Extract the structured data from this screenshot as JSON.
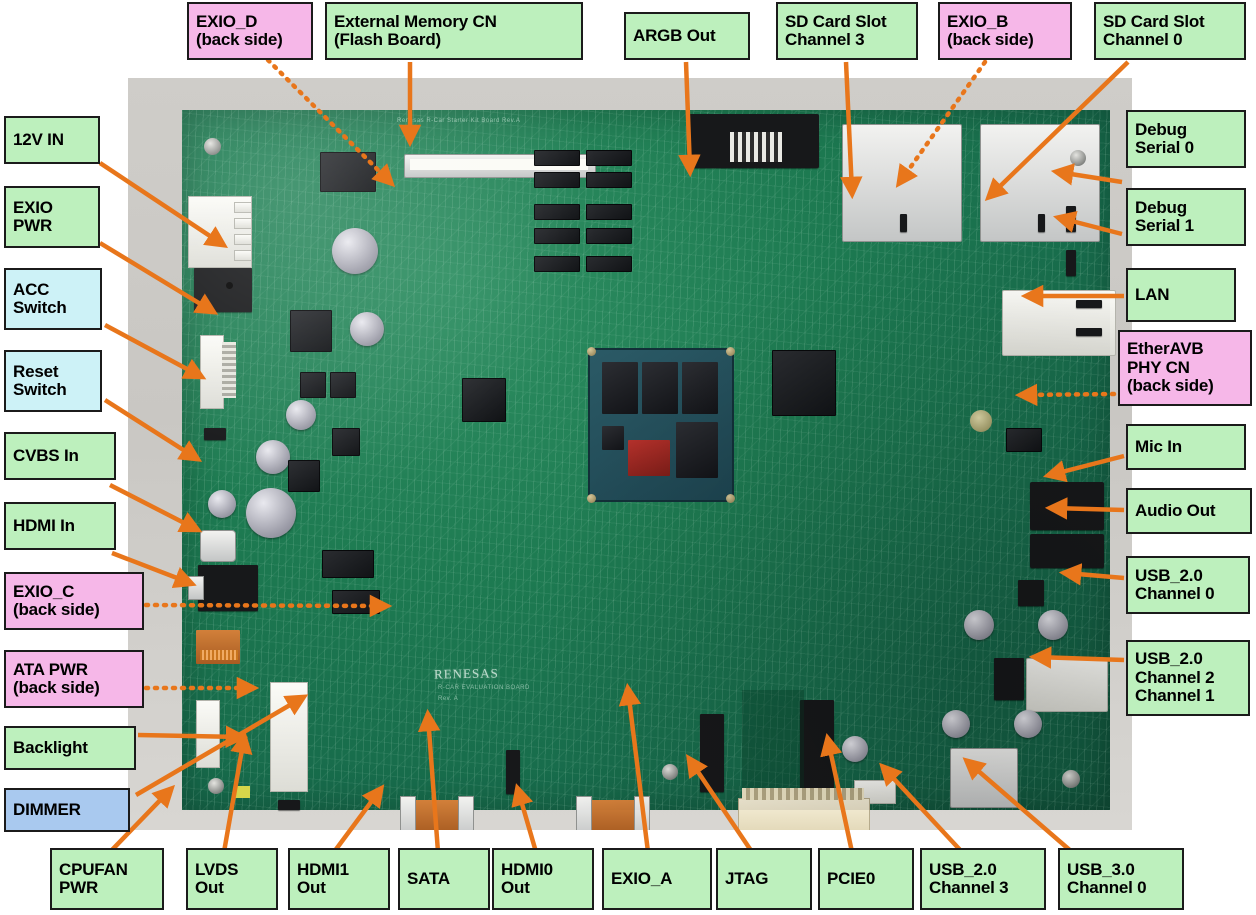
{
  "figure": {
    "title": "Renesas evaluation board connector map",
    "board_silkscreen": "RENESAS",
    "colors": {
      "label_green": "#bdf0bd",
      "label_pink": "#f6b7e8",
      "label_cyan": "#cdf2f7",
      "label_blue": "#a9c9ef",
      "arrow": "#e8761b",
      "border": "#1b1b1b",
      "pcb_green": "#1d7a51",
      "photo_background": "#cfcdc9"
    }
  },
  "labels": {
    "top": [
      {
        "id": "exio-d",
        "text": "EXIO_D\n(back side)",
        "style": "pink"
      },
      {
        "id": "external-memory-cn",
        "text": "External Memory CN\n(Flash Board)",
        "style": "green"
      },
      {
        "id": "argb-out",
        "text": "ARGB Out",
        "style": "green"
      },
      {
        "id": "sd-card-slot-ch3",
        "text": "SD Card Slot\nChannel 3",
        "style": "green"
      },
      {
        "id": "exio-b",
        "text": "EXIO_B\n(back side)",
        "style": "pink"
      },
      {
        "id": "sd-card-slot-ch0",
        "text": "SD Card Slot\nChannel 0",
        "style": "green"
      }
    ],
    "left": [
      {
        "id": "12v-in",
        "text": "12V IN",
        "style": "green"
      },
      {
        "id": "exio-pwr",
        "text": "EXIO\nPWR",
        "style": "green"
      },
      {
        "id": "acc-switch",
        "text": "ACC\nSwitch",
        "style": "cyan"
      },
      {
        "id": "reset-switch",
        "text": "Reset\nSwitch",
        "style": "cyan"
      },
      {
        "id": "cvbs-in",
        "text": "CVBS In",
        "style": "green"
      },
      {
        "id": "hdmi-in",
        "text": "HDMI In",
        "style": "green"
      },
      {
        "id": "exio-c",
        "text": "EXIO_C\n(back side)",
        "style": "pink"
      },
      {
        "id": "ata-pwr",
        "text": "ATA PWR\n(back side)",
        "style": "pink"
      },
      {
        "id": "backlight",
        "text": "Backlight",
        "style": "green"
      },
      {
        "id": "dimmer",
        "text": "DIMMER",
        "style": "blue"
      }
    ],
    "right": [
      {
        "id": "debug-serial-0",
        "text": "Debug\nSerial 0",
        "style": "green"
      },
      {
        "id": "debug-serial-1",
        "text": "Debug\nSerial 1",
        "style": "green"
      },
      {
        "id": "lan",
        "text": "LAN",
        "style": "green"
      },
      {
        "id": "etheravb-phy-cn",
        "text": "EtherAVB\nPHY CN\n(back side)",
        "style": "pink"
      },
      {
        "id": "mic-in",
        "text": "Mic In",
        "style": "green"
      },
      {
        "id": "audio-out",
        "text": "Audio Out",
        "style": "green"
      },
      {
        "id": "usb20-ch0",
        "text": "USB_2.0\nChannel 0",
        "style": "green"
      },
      {
        "id": "usb20-ch2-ch1",
        "text": "USB_2.0\nChannel 2\nChannel 1",
        "style": "green"
      }
    ],
    "bottom": [
      {
        "id": "cpufan-pwr",
        "text": "CPUFAN\nPWR",
        "style": "green"
      },
      {
        "id": "lvds-out",
        "text": "LVDS\nOut",
        "style": "green"
      },
      {
        "id": "hdmi1-out",
        "text": "HDMI1\nOut",
        "style": "green"
      },
      {
        "id": "sata",
        "text": "SATA",
        "style": "green"
      },
      {
        "id": "hdmi0-out",
        "text": "HDMI0\nOut",
        "style": "green"
      },
      {
        "id": "exio-a",
        "text": "EXIO_A",
        "style": "green"
      },
      {
        "id": "jtag",
        "text": "JTAG",
        "style": "green"
      },
      {
        "id": "pcie0",
        "text": "PCIE0",
        "style": "green"
      },
      {
        "id": "usb20-ch3",
        "text": "USB_2.0\nChannel 3",
        "style": "green"
      },
      {
        "id": "usb30-ch0",
        "text": "USB_3.0\nChannel 0",
        "style": "green"
      }
    ]
  }
}
